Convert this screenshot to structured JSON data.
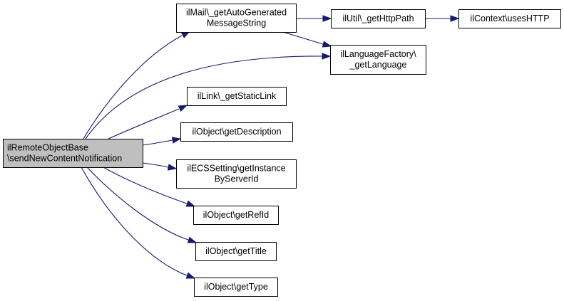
{
  "diagram": {
    "type": "call-graph",
    "colors": {
      "edge": "#191970",
      "root_fill": "#bfbfbf",
      "node_fill": "#ffffff",
      "border": "#000000"
    },
    "nodes": [
      {
        "id": "root",
        "lines": [
          "ilRemoteObjectBase",
          "\\sendNewContentNotification"
        ],
        "root": true
      },
      {
        "id": "mail",
        "lines": [
          "ilMail\\_getAutoGenerated",
          "MessageString"
        ]
      },
      {
        "id": "util",
        "lines": [
          "ilUtil\\_getHttpPath"
        ]
      },
      {
        "id": "context",
        "lines": [
          "ilContext\\usesHTTP"
        ]
      },
      {
        "id": "lang",
        "lines": [
          "ilLanguageFactory\\",
          "_getLanguage"
        ]
      },
      {
        "id": "link",
        "lines": [
          "ilLink\\_getStaticLink"
        ]
      },
      {
        "id": "desc",
        "lines": [
          "ilObject\\getDescription"
        ]
      },
      {
        "id": "ecs",
        "lines": [
          "ilECSSetting\\getInstance",
          "ByServerId"
        ]
      },
      {
        "id": "refid",
        "lines": [
          "ilObject\\getRefId"
        ]
      },
      {
        "id": "title",
        "lines": [
          "ilObject\\getTitle"
        ]
      },
      {
        "id": "type",
        "lines": [
          "ilObject\\getType"
        ]
      }
    ],
    "edges": [
      {
        "from": "root",
        "to": "mail"
      },
      {
        "from": "root",
        "to": "lang"
      },
      {
        "from": "root",
        "to": "link"
      },
      {
        "from": "root",
        "to": "desc"
      },
      {
        "from": "root",
        "to": "ecs"
      },
      {
        "from": "root",
        "to": "refid"
      },
      {
        "from": "root",
        "to": "title"
      },
      {
        "from": "root",
        "to": "type"
      },
      {
        "from": "mail",
        "to": "util"
      },
      {
        "from": "mail",
        "to": "lang"
      },
      {
        "from": "util",
        "to": "context"
      }
    ]
  }
}
